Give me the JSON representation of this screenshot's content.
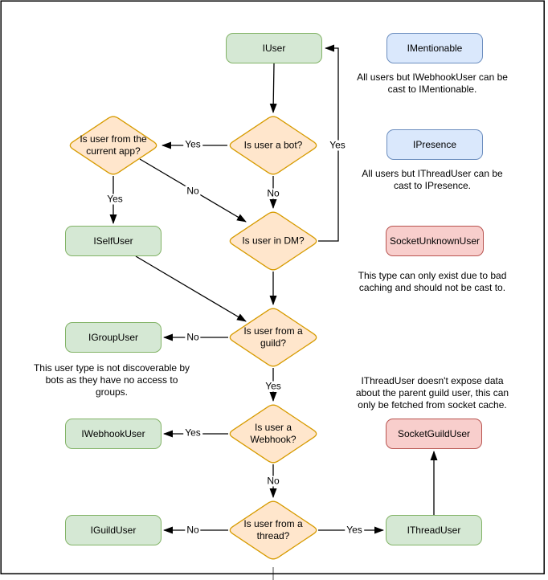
{
  "diagram_type": "flowchart",
  "nodes": {
    "iuser": {
      "label": "IUser",
      "kind": "interface"
    },
    "imentionable": {
      "label": "IMentionable",
      "kind": "castable-interface"
    },
    "ipresence": {
      "label": "IPresence",
      "kind": "castable-interface"
    },
    "socketunknownuser": {
      "label": "SocketUnknownUser",
      "kind": "socket-type"
    },
    "iselfuser": {
      "label": "ISelfUser",
      "kind": "interface"
    },
    "igroupuser": {
      "label": "IGroupUser",
      "kind": "interface"
    },
    "iwebhookuser": {
      "label": "IWebhookUser",
      "kind": "interface"
    },
    "iguilduser": {
      "label": "IGuildUser",
      "kind": "interface"
    },
    "socketguilduser": {
      "label": "SocketGuildUser",
      "kind": "socket-type"
    },
    "ithreaduser": {
      "label": "IThreadUser",
      "kind": "interface"
    }
  },
  "decisions": {
    "is_bot": {
      "label": "Is user a bot?"
    },
    "is_current_app": {
      "label": "Is user from the\ncurrent app?"
    },
    "is_dm": {
      "label": "Is user in DM?"
    },
    "is_guild": {
      "label": "Is user from a\nguild?"
    },
    "is_webhook": {
      "label": "Is user a\nWebhook?"
    },
    "is_thread": {
      "label": "Is user from a\nthread?"
    }
  },
  "edge_labels": {
    "bot_to_current_app": "Yes",
    "bot_to_dm": "No",
    "current_app_to_iselfuser": "Yes",
    "current_app_to_dm": "No",
    "dm_to_iuser": "Yes",
    "guild_to_igroupuser": "No",
    "guild_to_webhook": "Yes",
    "webhook_to_iwebhookuser": "Yes",
    "webhook_to_thread": "No",
    "thread_to_iguilduser": "No",
    "thread_to_ithreaduser": "Yes"
  },
  "notes": {
    "imentionable": "All users but IWebhookUser can be\ncast to IMentionable.",
    "ipresence": "All users but IThreadUser can be\ncast to IPresence.",
    "socketunknownuser": "This type can only exist due to bad\ncaching and should not be cast to.",
    "igroupuser": "This user type is not discoverable by\nbots as they have no access to\ngroups.",
    "ithreaduser": "IThreadUser doesn't expose data\nabout the parent guild user, this can\nonly be fetched from socket cache."
  },
  "colors": {
    "interface_fill": "#d5e8d4",
    "interface_stroke": "#82b366",
    "castable_fill": "#dae8fc",
    "castable_stroke": "#6c8ebf",
    "socket_fill": "#f8cecc",
    "socket_stroke": "#b85450",
    "decision_fill": "#ffe6cc",
    "decision_stroke": "#d79b00",
    "edge": "#000000",
    "background": "#ffffff"
  }
}
